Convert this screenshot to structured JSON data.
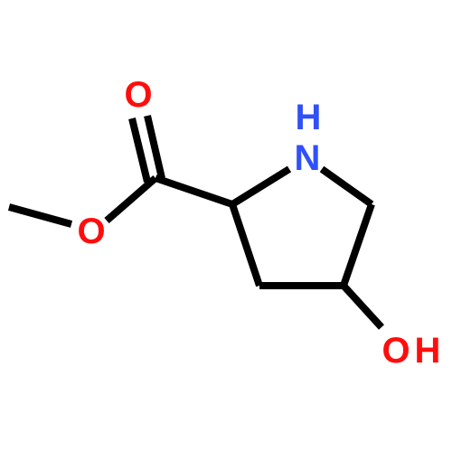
{
  "atoms": {
    "carbonyl_o": {
      "text": "O",
      "color": "#ff0d0d"
    },
    "ester_o": {
      "text": "O",
      "color": "#ff0d0d"
    },
    "ring_nh": {
      "text": "H\nN",
      "h": "H",
      "n": "N",
      "color": "#3050f8"
    },
    "hydroxyl_oh": {
      "text": "OH",
      "o": "O",
      "h": "H",
      "o_color": "#ff0d0d",
      "h_color": "#ff0d0d"
    }
  },
  "bond_color": "#000000",
  "background": "#ffffff"
}
